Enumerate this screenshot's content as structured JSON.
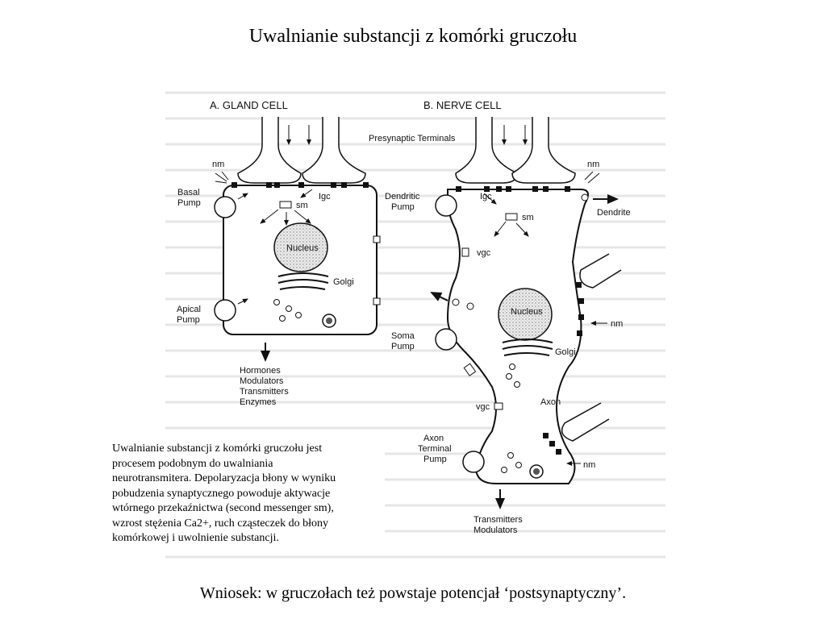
{
  "slide": {
    "title": "Uwalnianie substancji z komórki gruczołu",
    "description_lines": [
      "Uwalnianie substancji z komórki gruczołu jest",
      "procesem podobnym do uwalniania",
      "neurotransmitera. Depolaryzacja błony w wyniku",
      "pobudzenia synaptycznego powoduje aktywacje",
      "wtórnego przekaźnictwa (second messenger sm),",
      "wzrost stężenia Ca2+, ruch cząsteczek do błony",
      "komórkowej i uwolnienie substancji."
    ],
    "conclusion": "Wniosek: w gruczołach też powstaje potencjał ‘postsynaptyczny’."
  },
  "figure": {
    "panel_a": {
      "heading": "A.  GLAND CELL",
      "labels": {
        "nm": "nm",
        "basal_pump_1": "Basal",
        "basal_pump_2": "Pump",
        "igc": "Igc",
        "sm": "sm",
        "nucleus": "Nucleus",
        "golgi": "Golgi",
        "apical_pump_1": "Apical",
        "apical_pump_2": "Pump"
      },
      "outputs": [
        "Hormones",
        "Modulators",
        "Transmitters",
        "Enzymes"
      ]
    },
    "presynaptic_terminals": "Presynaptic Terminals",
    "panel_b": {
      "heading": "B.  NERVE CELL",
      "labels": {
        "nm_top": "nm",
        "dendritic_pump_1": "Dendritic",
        "dendritic_pump_2": "Pump",
        "igc": "Igc",
        "dendrite": "Dendrite",
        "sm": "sm",
        "vgc_upper": "vgc",
        "nucleus": "Nucleus",
        "nm_mid": "nm",
        "soma_pump_1": "Soma",
        "soma_pump_2": "Pump",
        "golgi": "Golgi",
        "axon": "Axon",
        "vgc_lower": "vgc",
        "axon_terminal_pump_1": "Axon",
        "axon_terminal_pump_2": "Terminal",
        "axon_terminal_pump_3": "Pump",
        "nm_bottom": "nm"
      },
      "outputs": [
        "Transmitters",
        "Modulators"
      ]
    }
  }
}
